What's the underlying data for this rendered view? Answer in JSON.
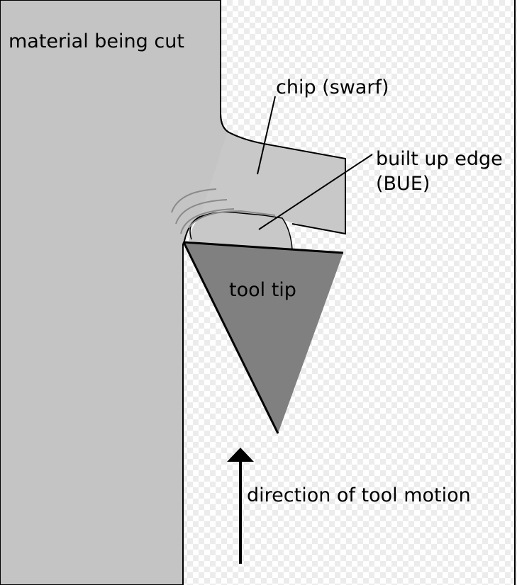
{
  "colors": {
    "material": "#c4c4c4",
    "chip": "#c8c8c8",
    "bue": "#c8c8c8",
    "tool_tip": "#808080",
    "outline": "#000000",
    "flow_lines": "#8a8a8a",
    "checker": "#ececec"
  },
  "labels": {
    "material": "material being cut",
    "chip": "chip (swarf)",
    "bue_line1": "built up edge",
    "bue_line2": "(BUE)",
    "tool_tip": "tool tip",
    "motion": "direction of tool motion"
  }
}
